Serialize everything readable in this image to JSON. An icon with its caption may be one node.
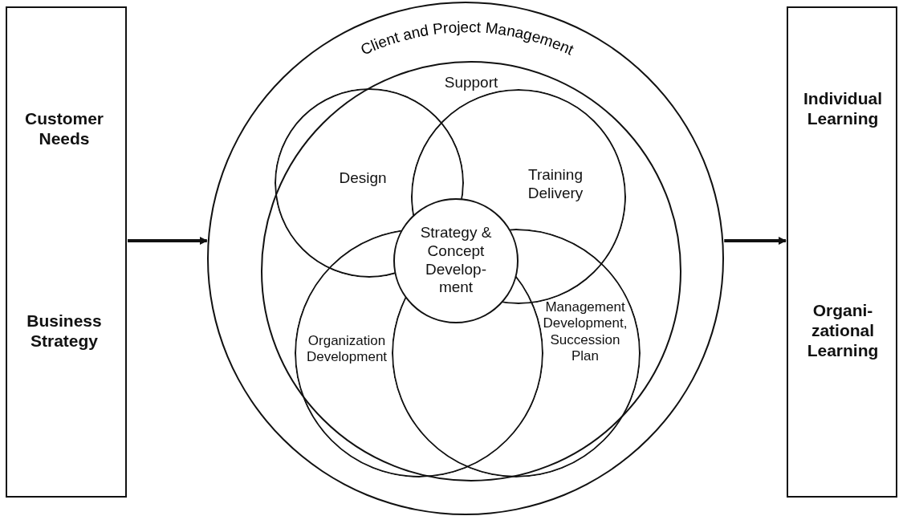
{
  "diagram": {
    "nodes": [
      {
        "text": [
          "Customer Needs",
          "Business Strategy"
        ]
      },
      {
        "text": [
          "Client and Project Management"
        ]
      },
      {
        "text": [
          "Support"
        ],
        "in": 1
      },
      {
        "text": [
          "Design"
        ],
        "in": 2
      },
      {
        "text": [
          "Training Delivery"
        ],
        "in": 2
      },
      {
        "text": [
          "Organization Development"
        ],
        "in": 2
      },
      {
        "text": [
          "Management Development, Succession Plan"
        ],
        "in": 2
      },
      {
        "text": [
          "Strategy & Concept Develop- ment"
        ],
        "in": 2
      },
      {
        "text": [
          "Individual Learning",
          "Organi- zational Learning"
        ]
      }
    ],
    "edges": [
      {
        "from": 0,
        "to": 1,
        "arrow": "to"
      },
      {
        "from": 1,
        "to": 8,
        "arrow": "to"
      }
    ]
  }
}
